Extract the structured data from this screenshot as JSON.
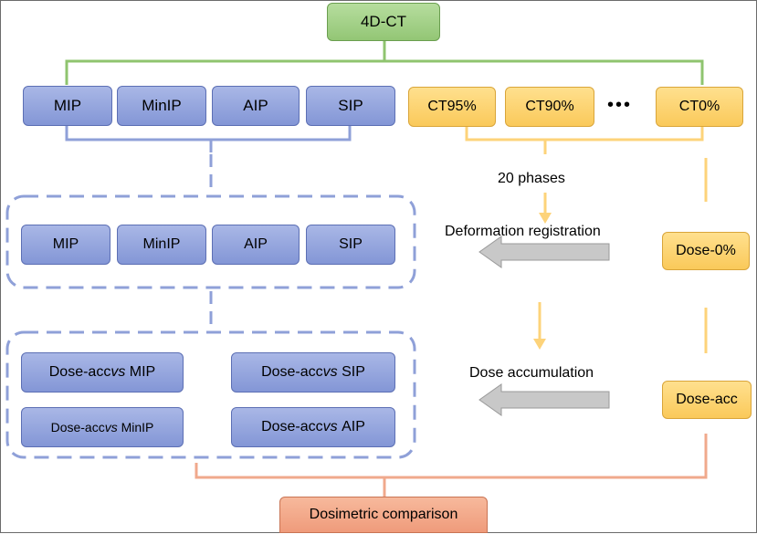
{
  "top": {
    "label": "4D-CT"
  },
  "projections": [
    "MIP",
    "MinIP",
    "AIP",
    "SIP"
  ],
  "phases": {
    "items": [
      "CT95%",
      "CT90%",
      "CT0%"
    ],
    "ellipsis": "•••",
    "count_label": "20 phases"
  },
  "registered": [
    "MIP",
    "MinIP",
    "AIP",
    "SIP"
  ],
  "comparisons": {
    "prefix": "Dose-acc",
    "vs": "vs",
    "items": [
      "MIP",
      "SIP",
      "MinIP",
      "AIP"
    ]
  },
  "dose": {
    "zero": "Dose-0%",
    "acc": "Dose-acc"
  },
  "steps": {
    "registration": "Deformation registration",
    "accumulation": "Dose accumulation"
  },
  "result": {
    "label": "Dosimetric comparison"
  },
  "colors": {
    "green": "#8fc46f",
    "blue": "#8fa0d8",
    "yellow": "#fdd37a",
    "orange": "#f0a98c",
    "arrow": "#c8c8c8"
  }
}
